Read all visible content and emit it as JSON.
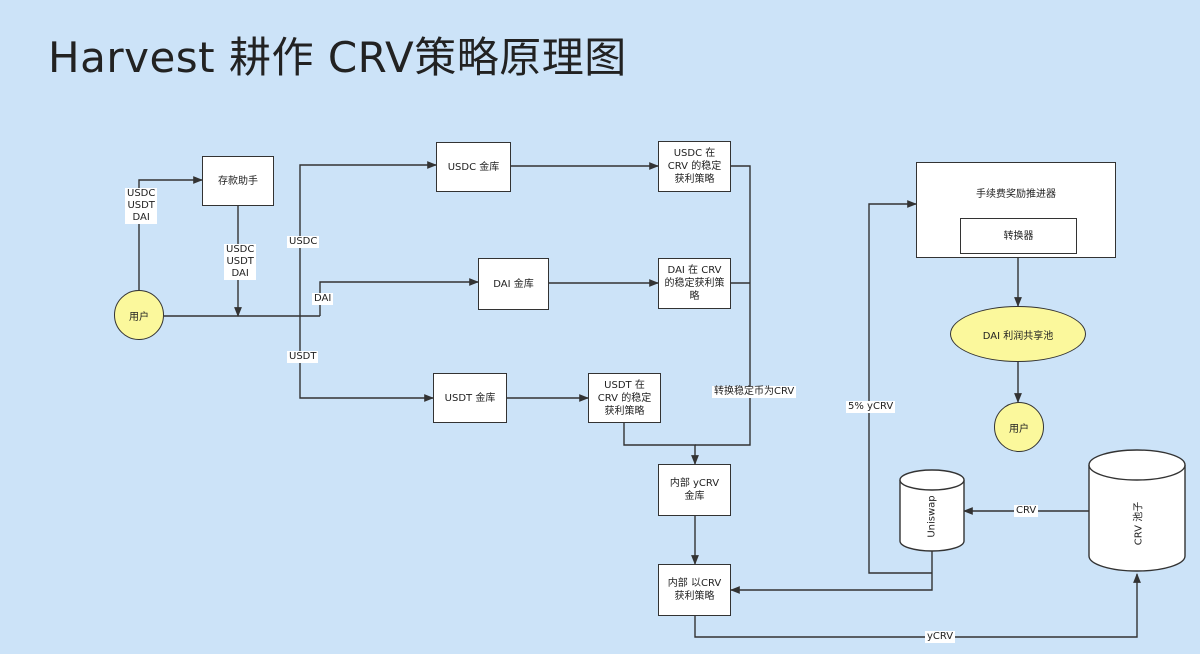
{
  "title": "Harvest 耕作 CRV策略原理图",
  "nodes": {
    "deposit_helper": "存款助手",
    "usdc_vault": "USDC 金库",
    "dai_vault": "DAI 金库",
    "usdt_vault": "USDT 金库",
    "usdc_strategy": "USDC 在\nCRV 的稳定\n获利策略",
    "dai_strategy": "DAI 在 CRV\n的稳定获利策\n略",
    "usdt_strategy": "USDT 在\nCRV 的稳定\n获利策略",
    "internal_ycrv_vault": "内部 yCRV\n金库",
    "internal_crv_strategy": "内部 以CRV\n获利策略",
    "fee_reward_booster": "手续费奖励推进器",
    "converter": "转换器",
    "dai_profit_pool": "DAI 利润共享池",
    "user_left": "用户",
    "user_right": "用户",
    "uniswap": "Uniswap",
    "crv_pool": "CRV 池子"
  },
  "edge_labels": {
    "user_to_helper": "USDC\nUSDT\nDAI",
    "helper_to_user": "USDC\nUSDT\nDAI",
    "usdc": "USDC",
    "dai": "DAI",
    "usdt": "USDT",
    "convert_to_crv": "转换稳定币为CRV",
    "five_pct_ycrv": "5% yCRV",
    "crv": "CRV",
    "ycrv": "yCRV"
  }
}
